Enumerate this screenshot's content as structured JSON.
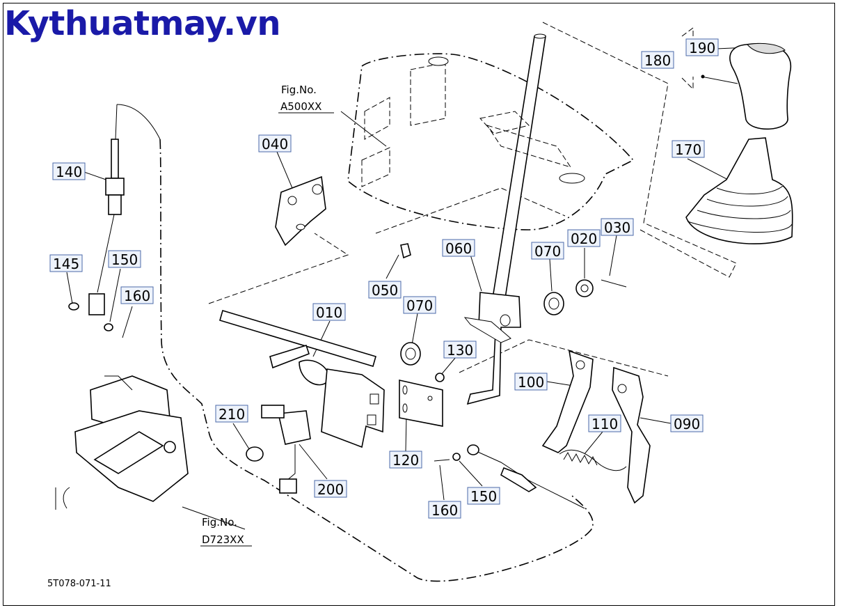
{
  "brand": "Kythuatmay.vn",
  "figure_code": "5T078-071-11",
  "refs": {
    "a500_label": "Fig.No.",
    "a500_num": "A500XX",
    "d723_label": "Fig.No.",
    "d723_num": "D723XX"
  },
  "callouts": [
    {
      "id": "c190",
      "label": "190"
    },
    {
      "id": "c180",
      "label": "180"
    },
    {
      "id": "c170",
      "label": "170"
    },
    {
      "id": "c140",
      "label": "140"
    },
    {
      "id": "c040",
      "label": "040"
    },
    {
      "id": "c145",
      "label": "145"
    },
    {
      "id": "c150a",
      "label": "150"
    },
    {
      "id": "c160a",
      "label": "160"
    },
    {
      "id": "c060",
      "label": "060"
    },
    {
      "id": "c070a",
      "label": "070"
    },
    {
      "id": "c020",
      "label": "020"
    },
    {
      "id": "c030",
      "label": "030"
    },
    {
      "id": "c050",
      "label": "050"
    },
    {
      "id": "c010",
      "label": "010"
    },
    {
      "id": "c070b",
      "label": "070"
    },
    {
      "id": "c130",
      "label": "130"
    },
    {
      "id": "c100",
      "label": "100"
    },
    {
      "id": "c110",
      "label": "110"
    },
    {
      "id": "c090",
      "label": "090"
    },
    {
      "id": "c210",
      "label": "210"
    },
    {
      "id": "c120",
      "label": "120"
    },
    {
      "id": "c200",
      "label": "200"
    },
    {
      "id": "c150b",
      "label": "150"
    },
    {
      "id": "c160b",
      "label": "160"
    }
  ]
}
